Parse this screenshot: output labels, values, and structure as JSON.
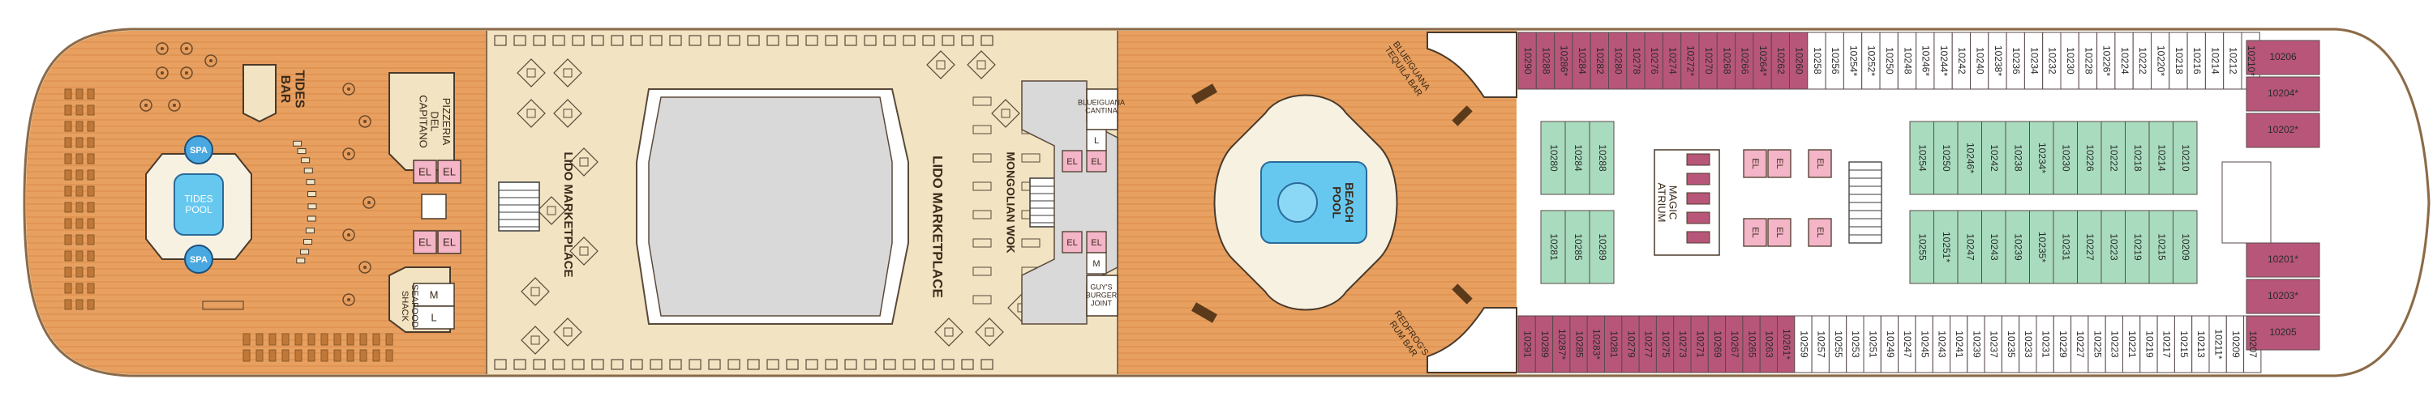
{
  "map": {
    "colors": {
      "deck_wood": "#e8a060",
      "deck_wood_dark": "#d98a48",
      "buffet_floor": "#f2e3c2",
      "cabin_purple": "#b8567a",
      "cabin_white": "#ffffff",
      "cabin_green": "#a9dcbf",
      "pool_blue": "#66c8ef",
      "spa_blue": "#4aa8e0",
      "hull_outline": "#8a6a4a",
      "service_grey": "#d9d9d9",
      "elevator_pink": "#f4b5c8"
    },
    "pool_aft": {
      "label": "TIDES POOL",
      "spa_top": "SPA",
      "spa_bottom": "SPA"
    },
    "tides_bar": "TIDES BAR",
    "pizzeria": "PIZZERIA DEL CAPITANO",
    "seafood_shack": "SEAFOOD SHACK",
    "lido_marketplace_aft": "LIDO MARKETPLACE",
    "lido_marketplace_fwd": "LIDO MARKETPLACE",
    "mongolian_wok": "MONGOLIAN WOK",
    "blueiguana_cantina": "BLUEIGUANA CANTINA",
    "guys_burger": "GUY'S BURGER JOINT",
    "beach_pool": "BEACH POOL",
    "blueiguana_tequila_bar": "BLUEIGUANA TEQUILA BAR",
    "redfrogs_rum_bar": "REDFROG'S RUM BAR",
    "magic_atrium": "MAGIC ATRIUM",
    "elevator": "EL",
    "restroom_women": "L",
    "restroom_men": "M",
    "top_row_cabins": [
      "10290",
      "10288",
      "10286*",
      "10284",
      "10282",
      "10280",
      "10278",
      "10276",
      "10274",
      "10272*",
      "10270",
      "10268",
      "10266",
      "10264*",
      "10262",
      "10260",
      "10258",
      "10256",
      "10254*",
      "10252*",
      "10250",
      "10248",
      "10246*",
      "10244*",
      "10242",
      "10240",
      "10238*",
      "10236",
      "10234",
      "10232",
      "10230",
      "10228",
      "10226*",
      "10224",
      "10222",
      "10220*",
      "10218",
      "10216",
      "10214",
      "10212",
      "10210*"
    ],
    "bottom_row_cabins": [
      "10291",
      "10289",
      "10287*",
      "10285",
      "10283*",
      "10281",
      "10279",
      "10277",
      "10275",
      "10273",
      "10271",
      "10269",
      "10267",
      "10265",
      "10263",
      "10261*",
      "10259",
      "10257",
      "10255",
      "10253",
      "10251",
      "10249",
      "10247",
      "10245",
      "10243",
      "10241",
      "10239",
      "10237",
      "10235",
      "10233",
      "10231",
      "10229",
      "10227",
      "10225",
      "10223",
      "10221",
      "10219",
      "10217",
      "10215",
      "10213",
      "10211*",
      "10209",
      "10207"
    ],
    "mid_block_aft_top": [
      "10280",
      "10284",
      "10288"
    ],
    "mid_block_aft_bottom": [
      "10281",
      "10285",
      "10289"
    ],
    "center_top": [
      "10254",
      "10250",
      "10246*",
      "10242",
      "10238",
      "10234*",
      "10230",
      "10226",
      "10222",
      "10218",
      "10214",
      "10210"
    ],
    "center_bottom": [
      "10255",
      "10251*",
      "10247",
      "10243",
      "10239",
      "10235*",
      "10231",
      "10227",
      "10223",
      "10219",
      "10215",
      "10209"
    ],
    "forward_cabins": [
      "10206",
      "10204*",
      "10202*",
      "10201*",
      "10203*",
      "10205"
    ]
  }
}
